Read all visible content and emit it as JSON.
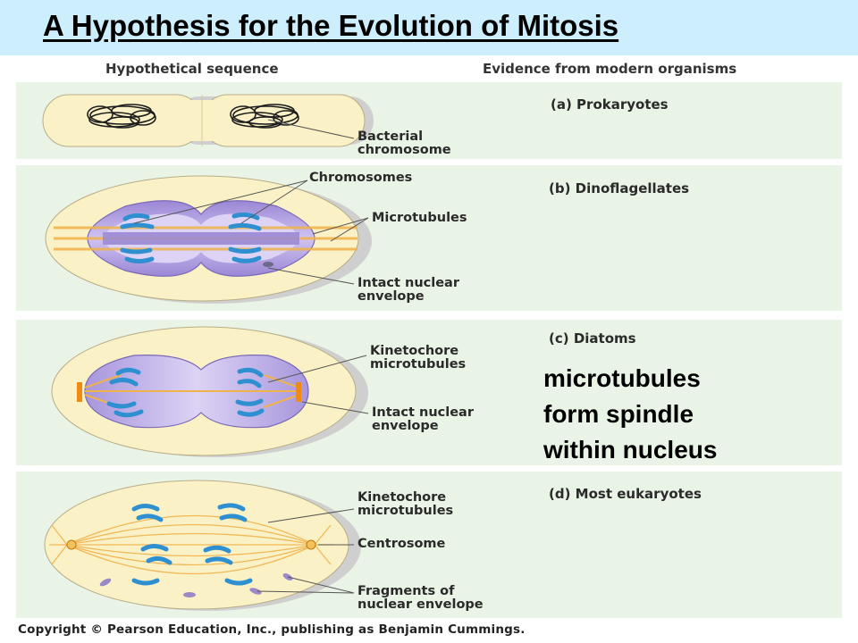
{
  "title": "A Hypothesis for the Evolution of Mitosis",
  "headers": {
    "left": "Hypothetical sequence",
    "right": "Evidence from modern organisms"
  },
  "panels": [
    {
      "label": "(a) Prokaryotes",
      "callouts": [
        "Bacterial",
        "chromosome"
      ]
    },
    {
      "label": "(b) Dinoflagellates",
      "callouts": [
        "Chromosomes",
        "Microtubules",
        "Intact nuclear",
        "envelope"
      ]
    },
    {
      "label": "(c) Diatoms",
      "callouts": [
        "Kinetochore",
        "microtubules",
        "Intact nuclear",
        "envelope"
      ]
    },
    {
      "label": "(d) Most eukaryotes",
      "callouts": [
        "Kinetochore",
        "microtubules",
        "Centrosome",
        "Fragments of",
        "nuclear envelope"
      ]
    }
  ],
  "overlay": [
    "microtubules",
    "form spindle",
    "within nucleus"
  ],
  "copyright": "Copyright © Pearson Education, Inc., publishing as Benjamin Cummings.",
  "colors": {
    "title_bg": "#cdeefd",
    "panel_bg": "#e9f4e6",
    "cell": "#fbf1c6",
    "nucleus": "#b7a6e0",
    "chromosome": "#2e8fd1",
    "microtubule": "#f0b24a"
  }
}
